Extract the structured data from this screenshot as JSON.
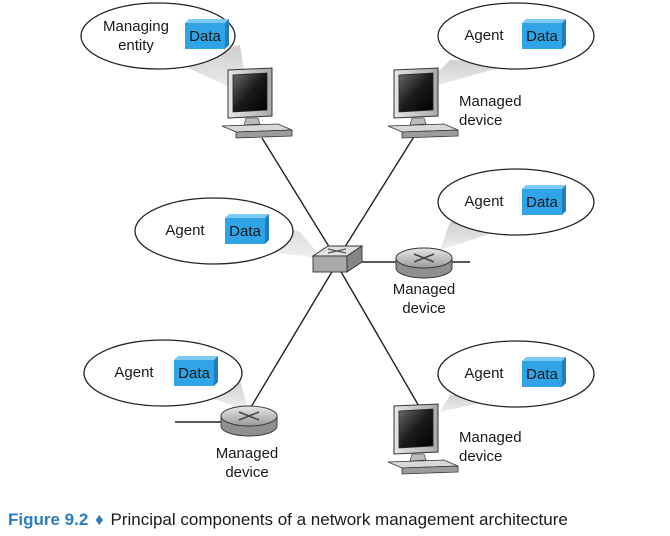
{
  "nodes": {
    "manager": {
      "bubble_text": [
        "Managing",
        "entity"
      ],
      "data_label": "Data",
      "device_label": []
    },
    "top_right": {
      "bubble_text": [
        "Agent"
      ],
      "data_label": "Data",
      "device_label": [
        "Managed",
        "device"
      ]
    },
    "mid_left": {
      "bubble_text": [
        "Agent"
      ],
      "data_label": "Data",
      "device_label": []
    },
    "mid_right": {
      "bubble_text": [
        "Agent"
      ],
      "data_label": "Data",
      "device_label": [
        "Managed",
        "device"
      ]
    },
    "bottom_left": {
      "bubble_text": [
        "Agent"
      ],
      "data_label": "Data",
      "device_label": [
        "Managed",
        "device"
      ]
    },
    "bottom_right": {
      "bubble_text": [
        "Agent"
      ],
      "data_label": "Data",
      "device_label": [
        "Managed",
        "device"
      ]
    }
  },
  "caption": {
    "figure_label": "Figure 9.2",
    "separator": "♦",
    "text": "Principal components of a network management architecture"
  },
  "colors": {
    "data_box": "#2fa4e7",
    "data_box_side": "#1d7fbf",
    "caption_accent": "#2a7dc0",
    "shadow": "#d9d9d9"
  }
}
